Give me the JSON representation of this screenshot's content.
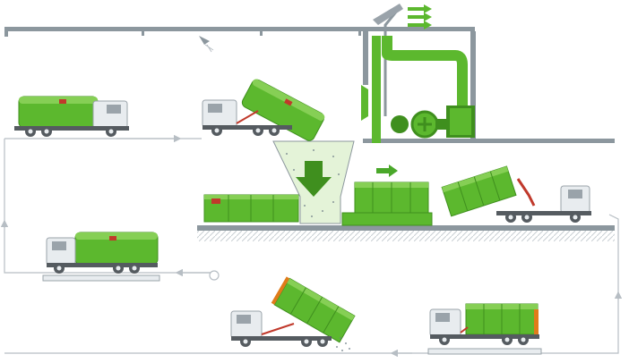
{
  "diagram": {
    "description_text": "",
    "colors": {
      "body_green": "#5cb82e",
      "body_green_dark": "#3f8f1e",
      "body_green_light": "#86cf55",
      "cab_white": "#e8ecef",
      "cab_grey": "#9aa3aa",
      "wheel": "#555b60",
      "rail_grey": "#8c979e",
      "flow_line": "#b7bec4",
      "flow_arrow_green": "#4aa82a",
      "hopper_fill": "#e4f3d8",
      "red_arm": "#c0392b",
      "orange_edge": "#e07b1a"
    },
    "stages": [
      {
        "id": "collection-truck",
        "icon": "compactor-truck"
      },
      {
        "id": "tipping-truck",
        "icon": "compactor-truck-tipping"
      },
      {
        "id": "receiving-hopper",
        "icon": "hopper"
      },
      {
        "id": "press-compactor",
        "icon": "stationary-compactor"
      },
      {
        "id": "filled-container",
        "icon": "roll-off-container"
      },
      {
        "id": "hooklift-loading",
        "icon": "hooklift-truck"
      },
      {
        "id": "transport-truck",
        "icon": "hooklift-truck-loaded"
      },
      {
        "id": "unloading-truck",
        "icon": "hooklift-truck-tipping"
      },
      {
        "id": "weighbridge-truck",
        "icon": "compactor-truck-weighing"
      },
      {
        "id": "ventilation",
        "icon": "fan-duct"
      }
    ]
  }
}
